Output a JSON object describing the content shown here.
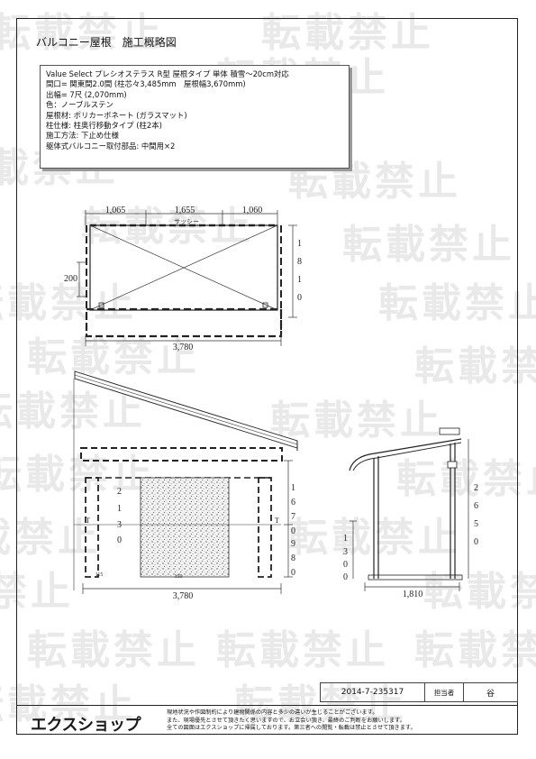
{
  "header": {
    "title": "バルコニー屋根　施工概略図"
  },
  "spec": {
    "lines": [
      "Value Select プレシオステラス R型 屋根タイプ 単体 積雪～20cm対応",
      "間口= 関東間2.0間 (柱芯々3,485mm　屋根幅3,670mm)",
      "出幅= 7尺 (2,070mm)",
      "色：ノーブルステン",
      "屋根材: ポリカーボネート (ガラスマット)",
      "柱仕様: 柱奥行移動タイプ (柱2本)",
      "施工方法: 下止め仕様",
      "躯体式バルコニー取付部品: 中間用×2"
    ]
  },
  "plan_view": {
    "top_dims": [
      "1,065",
      "1,655",
      "1,060"
    ],
    "sash_label": "サッシー",
    "left_dim": "200",
    "right_dim_digits": [
      "1",
      "8",
      "1",
      "0"
    ],
    "bottom_dim": "3,780"
  },
  "front_view": {
    "left_height_digits": [
      "2",
      "1",
      "3",
      "0"
    ],
    "right_upper_digits": [
      "1",
      "6",
      "7",
      "0"
    ],
    "right_lower_digits": [
      "9",
      "8",
      "0"
    ],
    "bottom_left_small": "115",
    "bottom_center_small": "150",
    "bottom_dim": "3,780",
    "marker_left": "T",
    "marker_right": "T"
  },
  "side_view": {
    "height_digits": [
      "2",
      "6",
      "5",
      "0"
    ],
    "left_digits": [
      "1",
      "3",
      "0",
      "0"
    ],
    "bottom_dim": "1,810"
  },
  "stamp": {
    "doc_number": "2014-7-235317",
    "person_label": "担当者",
    "person_name": "谷"
  },
  "watermark": {
    "text": "転載禁止"
  },
  "footer": {
    "logo": "エクスショップ",
    "notes": [
      "現地状況や作図制約により建物関係の内容と多少の違いが生じることがございます。",
      "また、現場優先とさせて頂きたく思いますので、お立会い頂き、最終のご判断をお願いします。",
      "全ての図面はエクスショップに帰属しております。第三者への閲覧・転載は禁止とさせて頂きます。"
    ]
  }
}
